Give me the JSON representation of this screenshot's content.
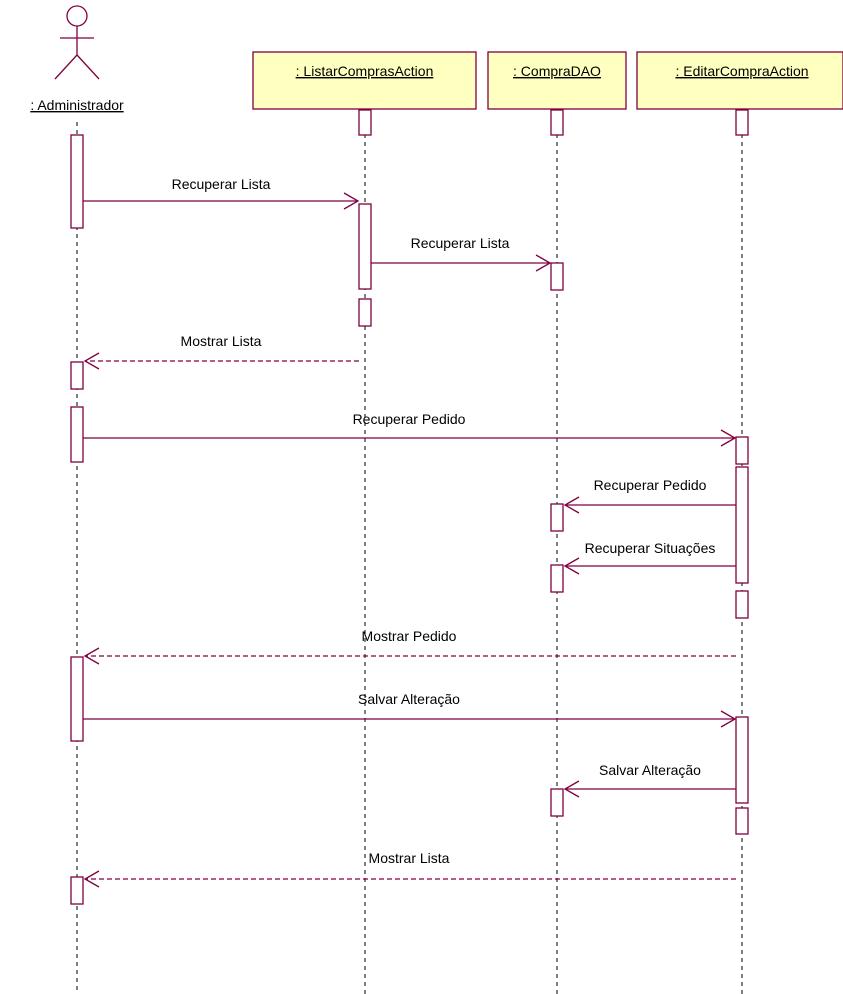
{
  "colors": {
    "line": "#800040",
    "object_fill": "#ffffc0",
    "lifeline": "#000000",
    "text": "#000000",
    "background": "#ffffff"
  },
  "actor": {
    "label": ": Administrador",
    "icon": "stick-figure-icon"
  },
  "objects": [
    {
      "id": "listar",
      "label": ": ListarComprasAction"
    },
    {
      "id": "dao",
      "label": ": CompraDAO"
    },
    {
      "id": "editar",
      "label": ": EditarCompraAction"
    }
  ],
  "messages": [
    {
      "label": "Recuperar Lista",
      "from": "admin",
      "to": "listar",
      "kind": "call"
    },
    {
      "label": "Recuperar Lista",
      "from": "listar",
      "to": "dao",
      "kind": "call"
    },
    {
      "label": "Mostrar Lista",
      "from": "listar",
      "to": "admin",
      "kind": "return"
    },
    {
      "label": "Recuperar Pedido",
      "from": "admin",
      "to": "editar",
      "kind": "call"
    },
    {
      "label": "Recuperar Pedido",
      "from": "editar",
      "to": "dao",
      "kind": "call"
    },
    {
      "label": "Recuperar Situações",
      "from": "editar",
      "to": "dao",
      "kind": "call"
    },
    {
      "label": "Mostrar Pedido",
      "from": "editar",
      "to": "admin",
      "kind": "return"
    },
    {
      "label": "Salvar Alteração",
      "from": "admin",
      "to": "editar",
      "kind": "call"
    },
    {
      "label": "Salvar Alteração",
      "from": "editar",
      "to": "dao",
      "kind": "call"
    },
    {
      "label": "Mostrar Lista",
      "from": "editar",
      "to": "admin",
      "kind": "return"
    }
  ]
}
